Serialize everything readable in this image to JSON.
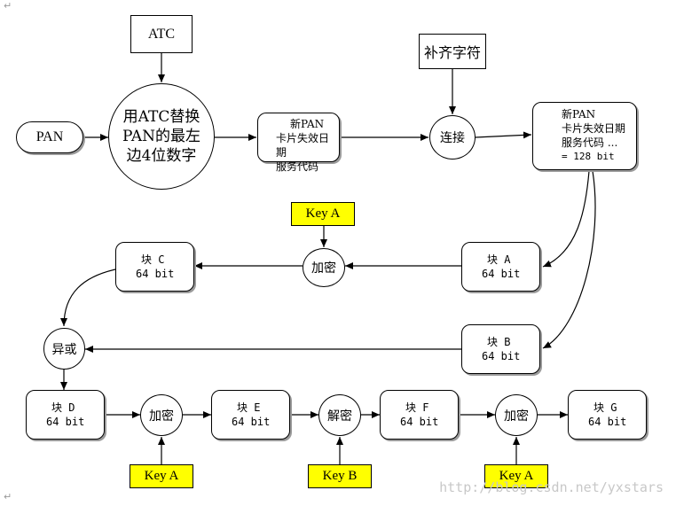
{
  "nodes": {
    "atc": "ATC",
    "pad_chars": "补齐字符",
    "pan": "PAN",
    "replace": [
      "用ATC替换",
      "PAN的最左",
      "边4位数字"
    ],
    "new_pan_1": [
      "新PAN",
      "卡片失效日期",
      "服务代码"
    ],
    "concat": "连接",
    "new_pan_2": [
      "新PAN",
      "卡片失效日期",
      "服务代码 ...",
      "= 128 bit"
    ],
    "block_a": [
      "块 A",
      "64 bit"
    ],
    "block_b": [
      "块 B",
      "64 bit"
    ],
    "block_c": [
      "块 C",
      "64 bit"
    ],
    "block_d": [
      "块 D",
      "64 bit"
    ],
    "block_e": [
      "块 E",
      "64 bit"
    ],
    "block_f": [
      "块 F",
      "64 bit"
    ],
    "block_g": [
      "块 G",
      "64 bit"
    ],
    "encrypt_top": "加密",
    "xor": "异或",
    "encrypt_1": "加密",
    "decrypt": "解密",
    "encrypt_2": "加密"
  },
  "keys": {
    "top": "Key A",
    "bottom_1": "Key A",
    "bottom_2": "Key B",
    "bottom_3": "Key A"
  },
  "watermark": "http://blog.csdn.net/yxstars",
  "paragraph_mark": "↵"
}
